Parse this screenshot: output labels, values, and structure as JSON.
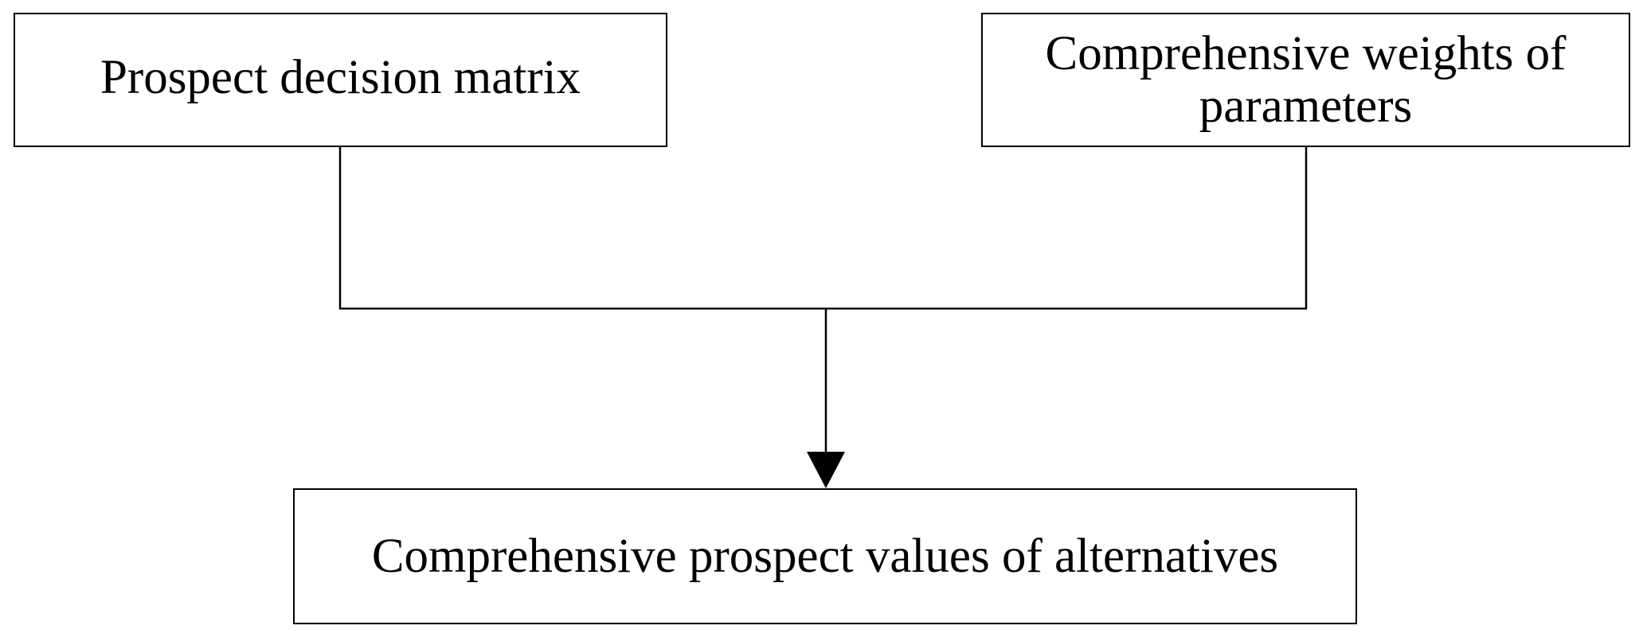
{
  "diagram": {
    "nodes": [
      {
        "id": "prospect-matrix",
        "label": "Prospect decision matrix"
      },
      {
        "id": "comprehensive-weights",
        "label": "Comprehensive weights of parameters"
      },
      {
        "id": "comprehensive-prospect-values",
        "label": "Comprehensive prospect values of alternatives"
      }
    ],
    "edges": [
      {
        "from": "prospect-matrix",
        "to": "comprehensive-prospect-values"
      },
      {
        "from": "comprehensive-weights",
        "to": "comprehensive-prospect-values"
      }
    ]
  },
  "colors": {
    "stroke": "#000000",
    "background": "#ffffff"
  }
}
